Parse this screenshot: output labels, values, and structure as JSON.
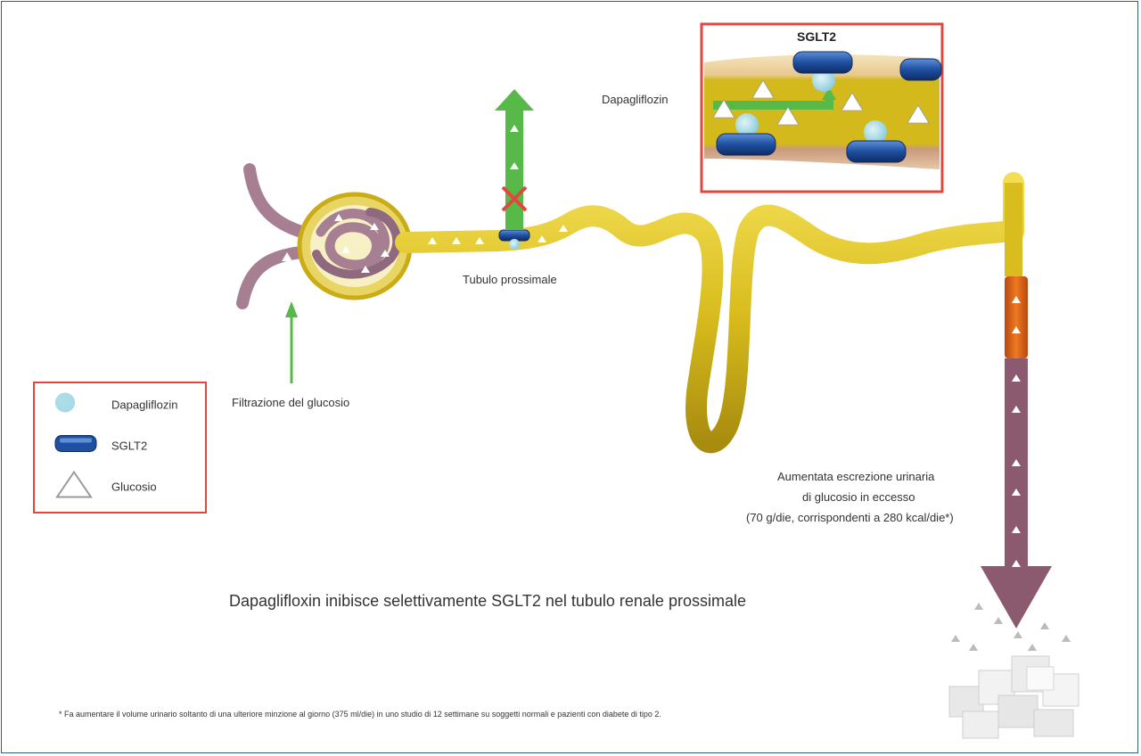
{
  "labels": {
    "inset_title": "SGLT2",
    "inset_drug": "Dapagliflozin",
    "tubule": "Tubulo prossimale",
    "filtration": "Filtrazione del glucosio",
    "excretion_line1": "Aumentata escrezione urinaria",
    "excretion_line2": "di glucosio in eccesso",
    "excretion_line3": "(70 g/die, corrispondenti a 280 kcal/die*)",
    "headline": "Dapaglifloxin inibisce selettivamente SGLT2 nel tubulo renale prossimale",
    "footnote": "* Fa aumentare il volume urinario soltanto di una ulteriore minzione al giorno (375 ml/die) in uno studio di 12 settimane su soggetti normali e pazienti con diabete di tipo 2."
  },
  "legend": [
    {
      "symbol": "dapagliflozin-circle",
      "label": "Dapagliflozin"
    },
    {
      "symbol": "sglt2-capsule",
      "label": "SGLT2"
    },
    {
      "symbol": "glucose-triangle",
      "label": "Glucosio"
    }
  ],
  "colors": {
    "tubule": "#d9bd1e",
    "glomerulus": "#a67f93",
    "reabsorption_arrow": "#57b947",
    "excretion_arrow": "#8c5a6f",
    "sglt2": "#1f4fa0",
    "dapagliflozin": "#a8dbe6",
    "frame_red": "#e0473e"
  }
}
